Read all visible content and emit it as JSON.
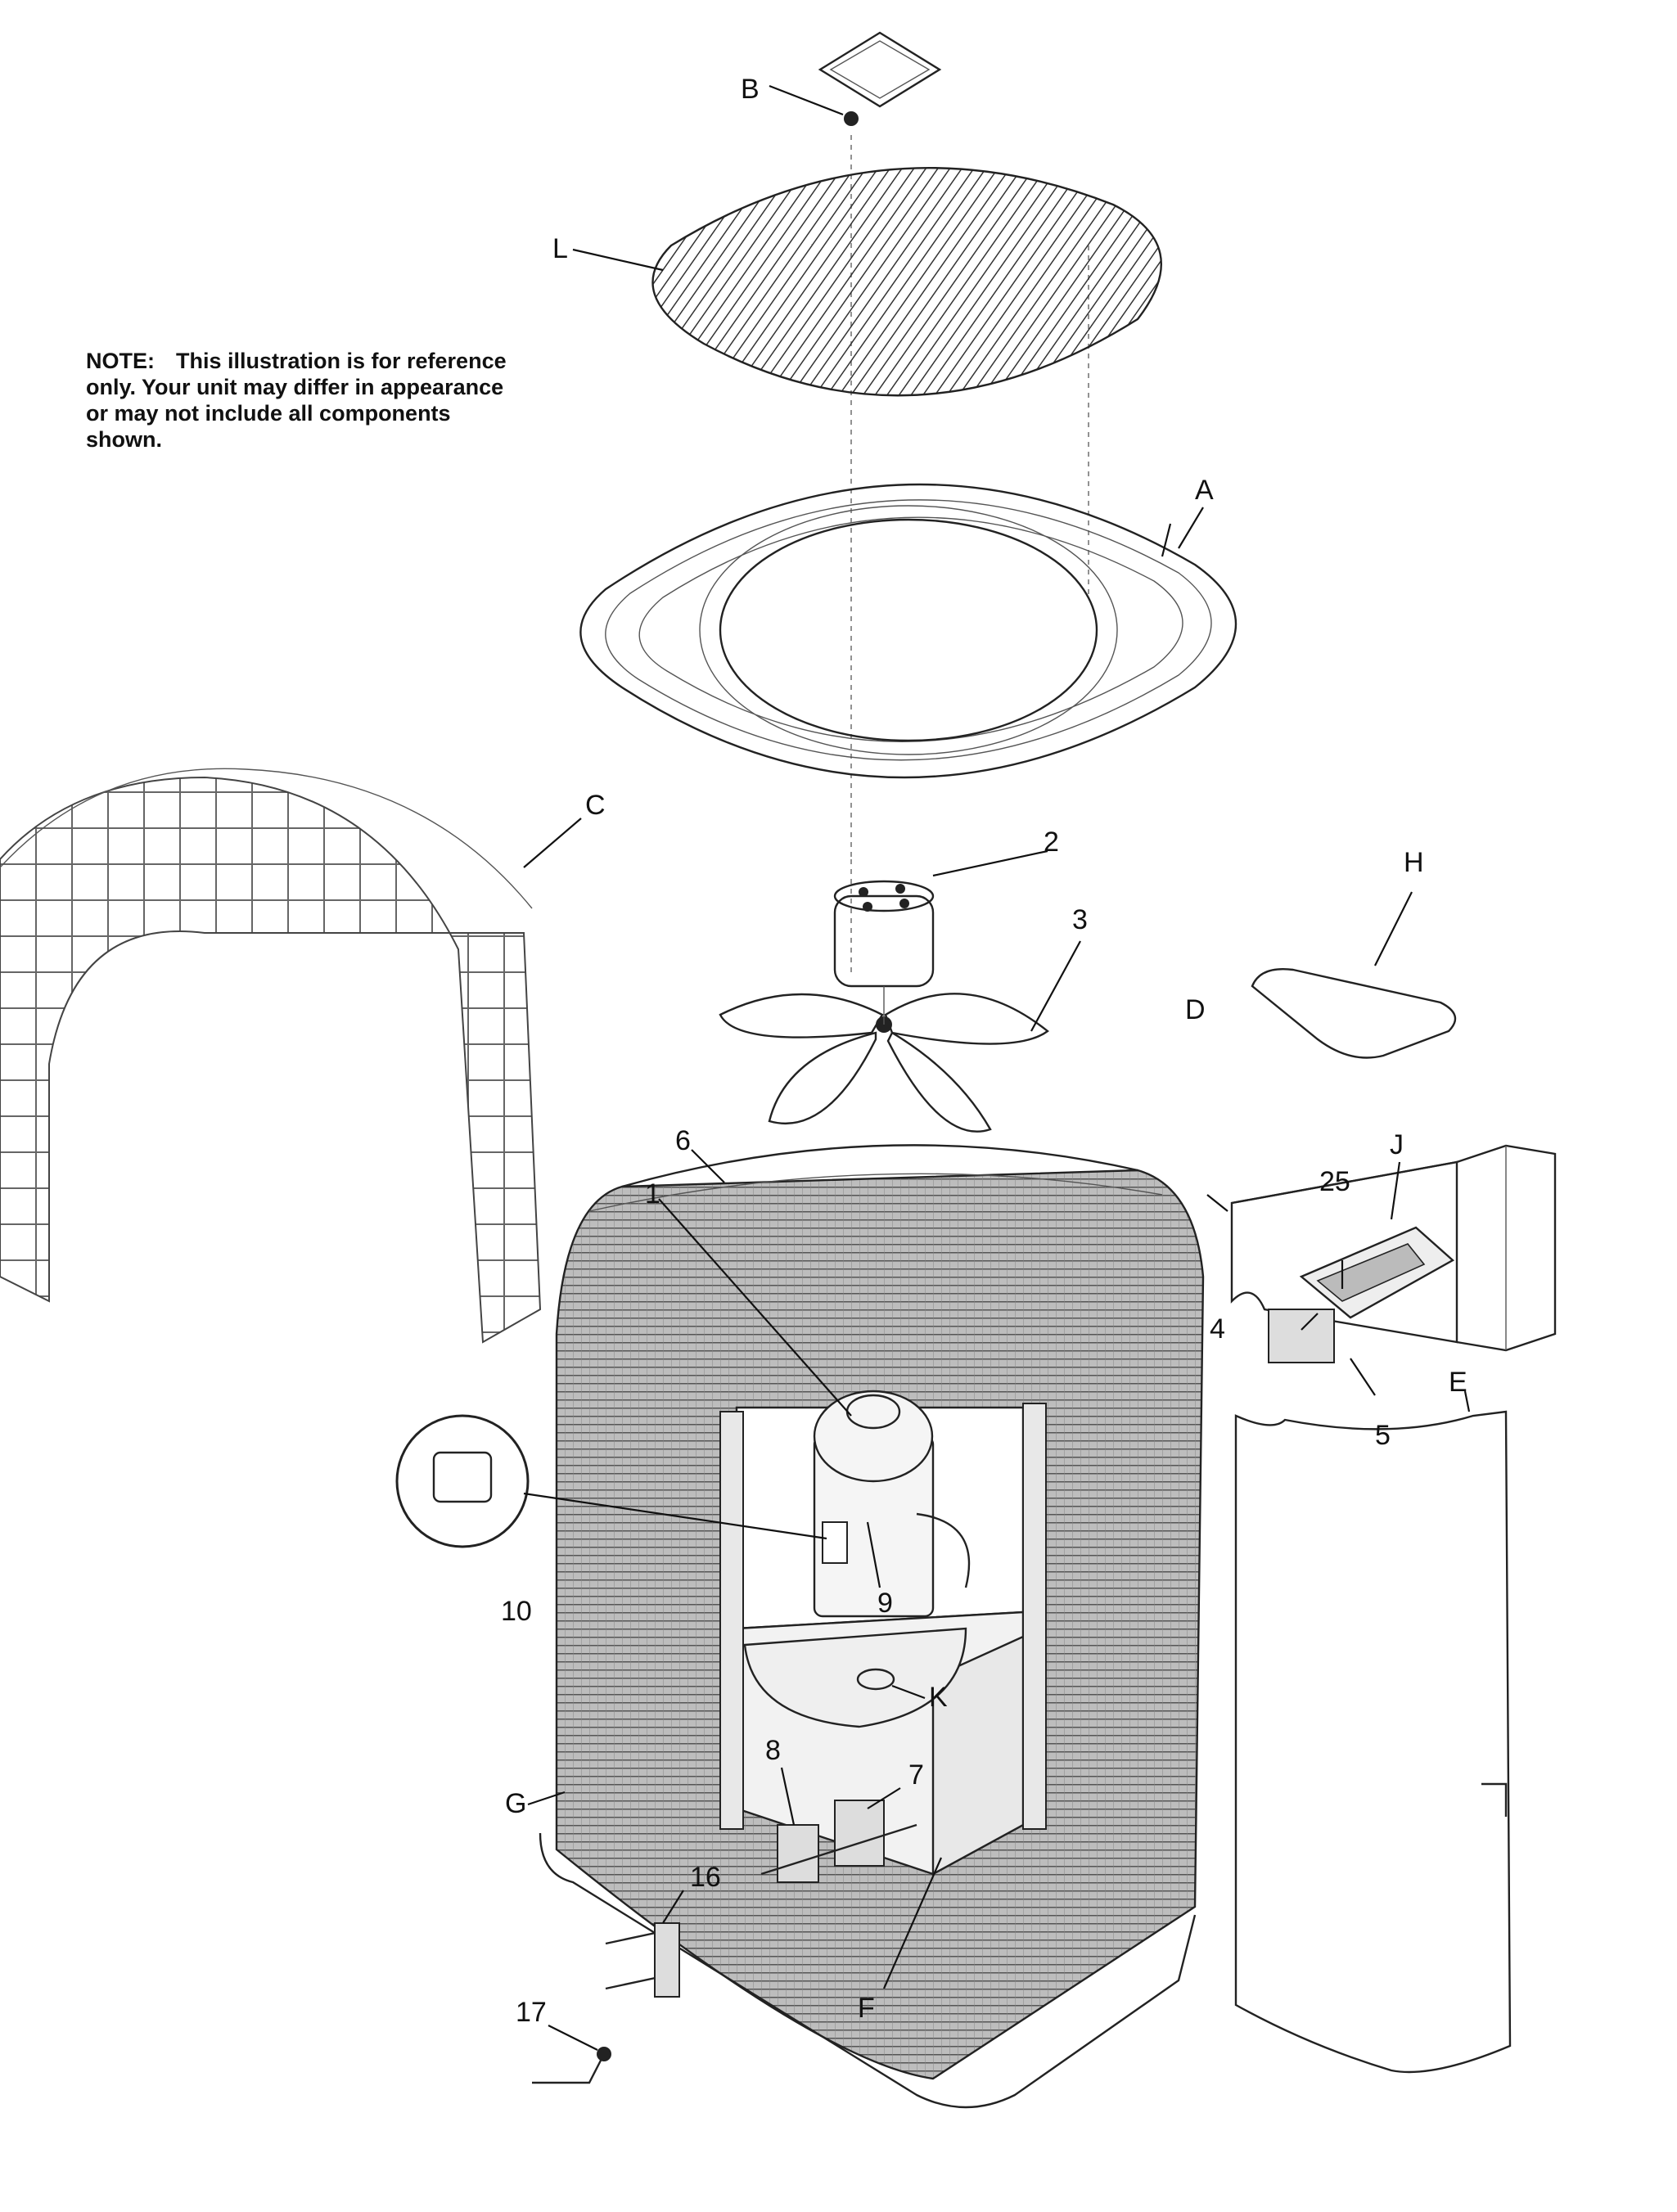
{
  "note": {
    "prefix": "NOTE:",
    "text": "This illustration is for reference only. Your unit may differ in appearance or may not include all components shown."
  },
  "callouts": {
    "A": "A",
    "B": "B",
    "C": "C",
    "D": "D",
    "E": "E",
    "F": "F",
    "G": "G",
    "H": "H",
    "J": "J",
    "K": "K",
    "L": "L",
    "n1": "1",
    "n2": "2",
    "n3": "3",
    "n4": "4",
    "n5": "5",
    "n6": "6",
    "n7": "7",
    "n8": "8",
    "n9": "9",
    "n10": "10",
    "n16": "16",
    "n17": "17",
    "n25": "25"
  }
}
